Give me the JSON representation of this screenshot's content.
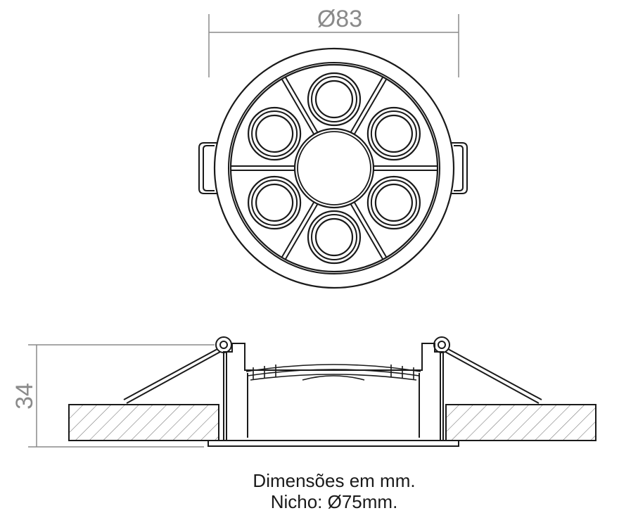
{
  "top_view": {
    "diameter_label": "Ø83",
    "led_count": 6
  },
  "side_view": {
    "height_label": "34"
  },
  "caption": {
    "line1": "Dimensões em mm.",
    "line2": "Nicho: Ø75mm."
  },
  "colors": {
    "line": "#1a1a1a",
    "dimension": "#8a8a8a",
    "hatch": "#7a7a7a"
  }
}
